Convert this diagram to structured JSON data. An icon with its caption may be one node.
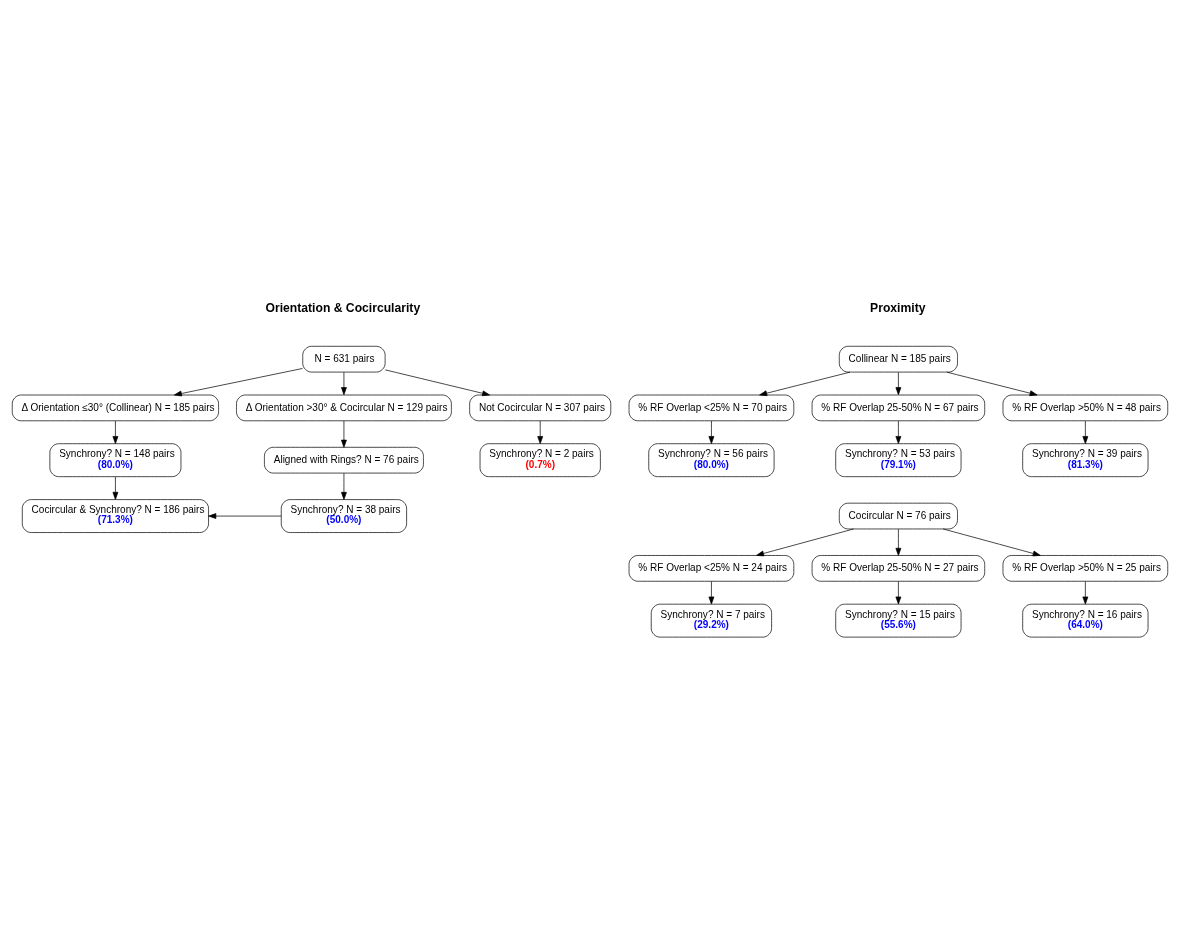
{
  "diagram": {
    "nodes": [
      {
        "text": [
          "N = 631 pairs"
        ]
      },
      {
        "text": [
          "Δ Orientation ≤30° (Collinear) N = 185 pairs"
        ]
      },
      {
        "text": [
          "Δ Orientation >30° & Cocircular N = 129 pairs"
        ]
      },
      {
        "text": [
          "Not Cocircular N = 307 pairs"
        ]
      },
      {
        "text": [
          "Synchrony? N = 148 pairs",
          "(80.0%)"
        ]
      },
      {
        "text": [
          "Aligned with Rings? N = 76 pairs"
        ]
      },
      {
        "text": [
          "Synchrony? N = 2 pairs",
          "(0.7%)"
        ]
      },
      {
        "text": [
          "Cocircular & Synchrony? N = 186 pairs",
          "(71.3%)"
        ]
      },
      {
        "text": [
          "Synchrony? N = 38 pairs",
          "(50.0%)"
        ]
      },
      {
        "text": [
          "Collinear N = 185 pairs"
        ]
      },
      {
        "text": [
          "% RF Overlap <25% N = 70 pairs"
        ]
      },
      {
        "text": [
          "% RF Overlap 25-50% N = 67 pairs"
        ]
      },
      {
        "text": [
          "% RF Overlap >50% N = 48 pairs"
        ]
      },
      {
        "text": [
          "Synchrony? N = 56 pairs",
          "(80.0%)"
        ]
      },
      {
        "text": [
          "Synchrony? N = 53 pairs",
          "(79.1%)"
        ]
      },
      {
        "text": [
          "Synchrony? N = 39 pairs",
          "(81.3%)"
        ]
      },
      {
        "text": [
          "Cocircular N = 76 pairs"
        ]
      },
      {
        "text": [
          "% RF Overlap <25% N = 24 pairs"
        ]
      },
      {
        "text": [
          "% RF Overlap 25-50% N = 27 pairs"
        ]
      },
      {
        "text": [
          "% RF Overlap >50% N = 25 pairs"
        ]
      },
      {
        "text": [
          "Synchrony? N = 7 pairs",
          "(29.2%)"
        ]
      },
      {
        "text": [
          "Synchrony? N = 15 pairs",
          "(55.6%)"
        ]
      },
      {
        "text": [
          "Synchrony? N = 16 pairs",
          "(64.0%)"
        ]
      }
    ],
    "edges": [
      {
        "from": 0,
        "to": 1,
        "arrow": "to"
      },
      {
        "from": 0,
        "to": 2,
        "arrow": "to"
      },
      {
        "from": 0,
        "to": 3,
        "arrow": "to"
      },
      {
        "from": 1,
        "to": 4,
        "arrow": "to"
      },
      {
        "from": 2,
        "to": 5,
        "arrow": "to"
      },
      {
        "from": 3,
        "to": 6,
        "arrow": "to"
      },
      {
        "from": 4,
        "to": 7,
        "arrow": "to"
      },
      {
        "from": 5,
        "to": 8,
        "arrow": "to"
      },
      {
        "from": 8,
        "to": 7,
        "arrow": "to"
      },
      {
        "from": 9,
        "to": 10,
        "arrow": "to"
      },
      {
        "from": 9,
        "to": 11,
        "arrow": "to"
      },
      {
        "from": 9,
        "to": 12,
        "arrow": "to"
      },
      {
        "from": 10,
        "to": 13,
        "arrow": "to"
      },
      {
        "from": 11,
        "to": 14,
        "arrow": "to"
      },
      {
        "from": 12,
        "to": 15,
        "arrow": "to"
      },
      {
        "from": 16,
        "to": 17,
        "arrow": "to"
      },
      {
        "from": 16,
        "to": 18,
        "arrow": "to"
      },
      {
        "from": 16,
        "to": 19,
        "arrow": "to"
      },
      {
        "from": 17,
        "to": 20,
        "arrow": "to"
      },
      {
        "from": 18,
        "to": 21,
        "arrow": "to"
      },
      {
        "from": 19,
        "to": 22,
        "arrow": "to"
      }
    ],
    "labels": [
      "Orientation & Cocircularity",
      "Proximity"
    ]
  }
}
